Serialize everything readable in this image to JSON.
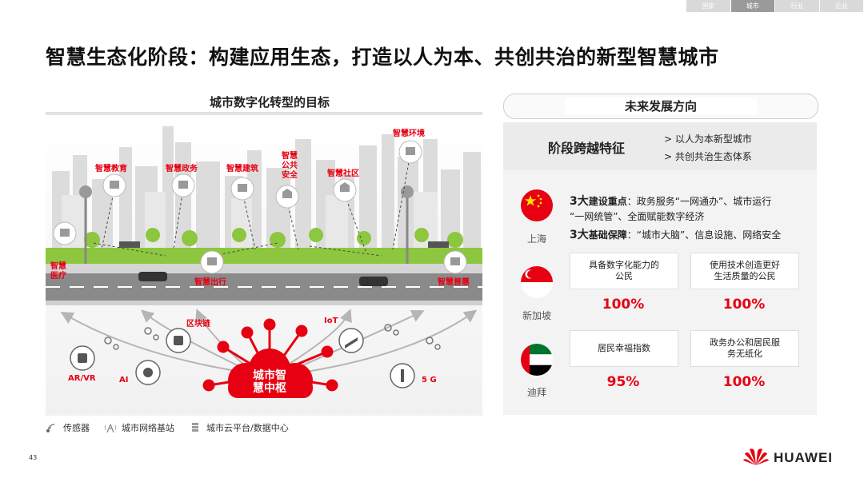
{
  "nav": {
    "tabs": [
      "国家",
      "城市",
      "行业",
      "企业"
    ],
    "active": 1
  },
  "title": "智慧生态化阶段：构建应用生态，打造以人为本、共创共治的新型智慧城市",
  "left": {
    "heading": "城市数字化转型的目标",
    "scene_labels": {
      "edu": "智慧教育",
      "gov": "智慧政务",
      "build": "智慧建筑",
      "safety": "智慧\n公共\n安全",
      "community": "智慧社区",
      "env": "智慧环境",
      "medical": "智慧\n医疗",
      "travel": "智慧出行",
      "inclusive": "智慧普惠",
      "blockchain": "区块链",
      "iot": "IoT",
      "arvr": "AR/VR",
      "ai": "AI",
      "fiveg": "5 G",
      "hub": "城市智\n慧中枢"
    },
    "legend": [
      "传感器",
      "城市网络基站",
      "城市云平台/数据中心"
    ]
  },
  "right": {
    "heading": "未来发展方向",
    "stage_label": "阶段跨越特征",
    "stage_bullets": [
      "> 以人为本新型城市",
      "> 共创共治生态体系"
    ],
    "shanghai": {
      "name": "上海",
      "line1_strong": "3大",
      "line1_bold": "建设重点",
      "line1_rest": "：政务服务“一网通办”、城市运行",
      "line2": "“一网统管”、全面赋能数字经济",
      "line3_strong": "3大",
      "line3_bold": "基础保障",
      "line3_rest": "：“城市大脑”、信息设施、网络安全"
    },
    "singapore": {
      "name": "新加坡",
      "cards": [
        {
          "label": "具备数字化能力的\n公民",
          "value": "100%"
        },
        {
          "label": "使用技术创造更好\n生活质量的公民",
          "value": "100%"
        }
      ]
    },
    "dubai": {
      "name": "迪拜",
      "cards": [
        {
          "label": "居民幸福指数",
          "value": "95%"
        },
        {
          "label": "政务办公和居民服\n务无纸化",
          "value": "100%"
        }
      ]
    }
  },
  "page_number": "43",
  "brand": "HUAWEI",
  "colors": {
    "accent": "#e60012",
    "grass": "#8dc63f",
    "road": "#8a8a8a"
  }
}
